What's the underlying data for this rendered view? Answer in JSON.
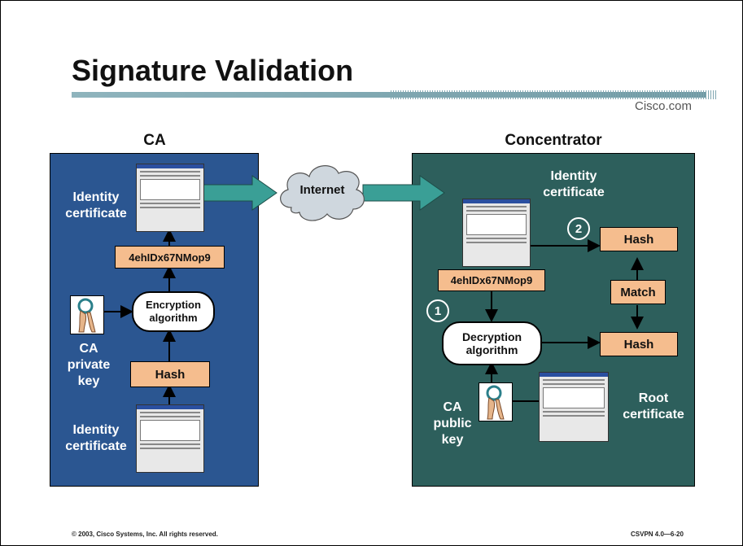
{
  "slide": {
    "title": "Signature Validation",
    "brand": "Cisco.com",
    "footer_left": "© 2003, Cisco Systems, Inc. All rights reserved.",
    "footer_right": "CSVPN 4.0—6-20"
  },
  "ca": {
    "heading": "CA",
    "identity_top": "Identity\ncertificate",
    "encoded_value": "4ehIDx67NMop9",
    "encryption": "Encryption\nalgorithm",
    "private_key": "CA\nprivate\nkey",
    "hash": "Hash",
    "identity_bottom": "Identity\ncertificate"
  },
  "internet": {
    "label": "Internet"
  },
  "concentrator": {
    "heading": "Concentrator",
    "identity": "Identity\ncertificate",
    "step2": "2",
    "hash_top": "Hash",
    "encoded_value": "4ehIDx67NMop9",
    "match": "Match",
    "step1": "1",
    "decryption": "Decryption\nalgorithm",
    "hash_bottom": "Hash",
    "public_key": "CA\npublic\nkey",
    "root": "Root\ncertificate"
  },
  "colors": {
    "ca_panel": "#2b5691",
    "concentrator_panel": "#2d5f5c",
    "box_fill": "#f5bd8e",
    "arrow_fill": "#3a9f96"
  }
}
